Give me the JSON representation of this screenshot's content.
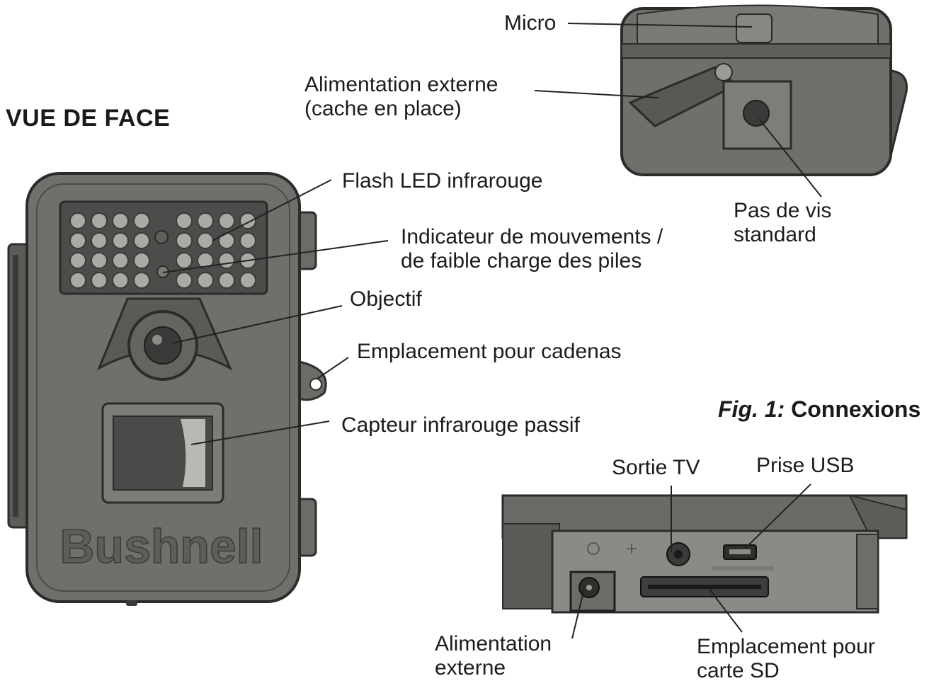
{
  "heading": "VUE DE FACE",
  "caption": {
    "fig": "Fig. 1:",
    "title": "Connexions"
  },
  "brand": "Bushnell",
  "labels": {
    "micro": "Micro",
    "ext_power_cover": [
      "Alimentation externe",
      "(cache en place)"
    ],
    "flash": "Flash LED infrarouge",
    "indicator": [
      "Indicateur de mouvements /",
      "de faible charge des piles"
    ],
    "lens": "Objectif",
    "padlock": "Emplacement pour cadenas",
    "pir": "Capteur infrarouge passif",
    "tripod": [
      "Pas de vis",
      "standard"
    ],
    "tv_out": "Sortie TV",
    "usb": "Prise USB",
    "ext_power": [
      "Alimentation",
      "externe"
    ],
    "sd_slot": [
      "Emplacement pour",
      "carte SD"
    ]
  }
}
